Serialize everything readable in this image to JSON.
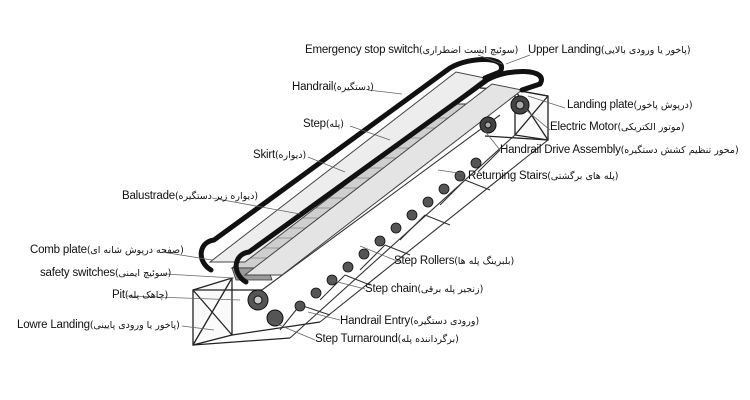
{
  "labels": {
    "emergency_stop_switch": {
      "en": "Emergency stop switch",
      "fa": "(سوئیچ ایست اضطراری)"
    },
    "upper_landing": {
      "en": "Upper Landing",
      "fa": "(پاخور یا ورودی بالایی)"
    },
    "handrail": {
      "en": "Handrail",
      "fa": "(دستگیره)"
    },
    "landing_plate": {
      "en": "Landing plate",
      "fa": "(درپوش پاخور)"
    },
    "electric_motor": {
      "en": "Electric Motor",
      "fa": "(موتور الکتریکی)"
    },
    "step": {
      "en": "Step",
      "fa": "(پله)"
    },
    "handrail_drive_assembly": {
      "en": "Handrail Drive Assembly",
      "fa": "(محور تنظیم کشش دستگیره)"
    },
    "skirt": {
      "en": "Skirt",
      "fa": "(دیواره)"
    },
    "returning_stairs": {
      "en": "Returning Stairs",
      "fa": "(پله های برگشتی)"
    },
    "balustrade": {
      "en": "Balustrade",
      "fa": "(دیواره زیر دستگیره)"
    },
    "comb_plate": {
      "en": "Comb plate",
      "fa": "(صفحه درپوش شانه ای)"
    },
    "step_rollers": {
      "en": "Step Rollers",
      "fa": "(بلبرینگ پله ها)"
    },
    "safety_switches": {
      "en": "safety switches",
      "fa": "(سوئیچ ایمنی)"
    },
    "step_chain": {
      "en": "Step chain",
      "fa": "(زنجیر پله برقی)"
    },
    "pit": {
      "en": "Pit",
      "fa": "(چاهک پله)"
    },
    "lowre_landing": {
      "en": "Lowre Landing",
      "fa": "(پاخور یا ورودی پایینی)"
    },
    "handrail_entry": {
      "en": "Handrail Entry",
      "fa": "(ورودی دستگیره)"
    },
    "step_turnaround": {
      "en": "Step Turnaround",
      "fa": "(برگرداننده پله)"
    }
  }
}
